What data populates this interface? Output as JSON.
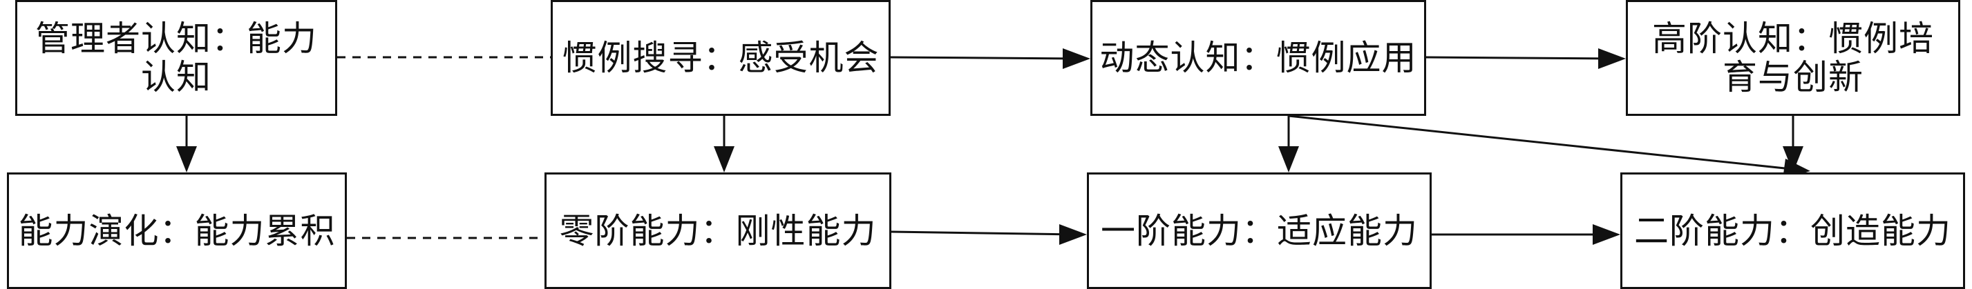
{
  "diagram": {
    "nodes": [
      {
        "id": "n1",
        "label": "管理者认知：能力认知"
      },
      {
        "id": "n2",
        "label": "惯例搜寻：感受机会"
      },
      {
        "id": "n3",
        "label": "动态认知：惯例应用"
      },
      {
        "id": "n4",
        "label": "高阶认知：惯例培育与创新"
      },
      {
        "id": "n5",
        "label": "能力演化：能力累积"
      },
      {
        "id": "n6",
        "label": "零阶能力：刚性能力"
      },
      {
        "id": "n7",
        "label": "一阶能力：适应能力"
      },
      {
        "id": "n8",
        "label": "二阶能力：创造能力"
      }
    ],
    "edges": [
      {
        "from": "n1",
        "to": "n2",
        "style": "dashed"
      },
      {
        "from": "n2",
        "to": "n3",
        "style": "arrow"
      },
      {
        "from": "n3",
        "to": "n4",
        "style": "arrow"
      },
      {
        "from": "n1",
        "to": "n5",
        "style": "arrow"
      },
      {
        "from": "n2",
        "to": "n6",
        "style": "arrow"
      },
      {
        "from": "n3",
        "to": "n7",
        "style": "arrow"
      },
      {
        "from": "n3",
        "to": "n8",
        "style": "arrow"
      },
      {
        "from": "n4",
        "to": "n8",
        "style": "arrow"
      },
      {
        "from": "n5",
        "to": "n6",
        "style": "dashed"
      },
      {
        "from": "n6",
        "to": "n7",
        "style": "arrow"
      },
      {
        "from": "n7",
        "to": "n8",
        "style": "arrow"
      }
    ]
  }
}
